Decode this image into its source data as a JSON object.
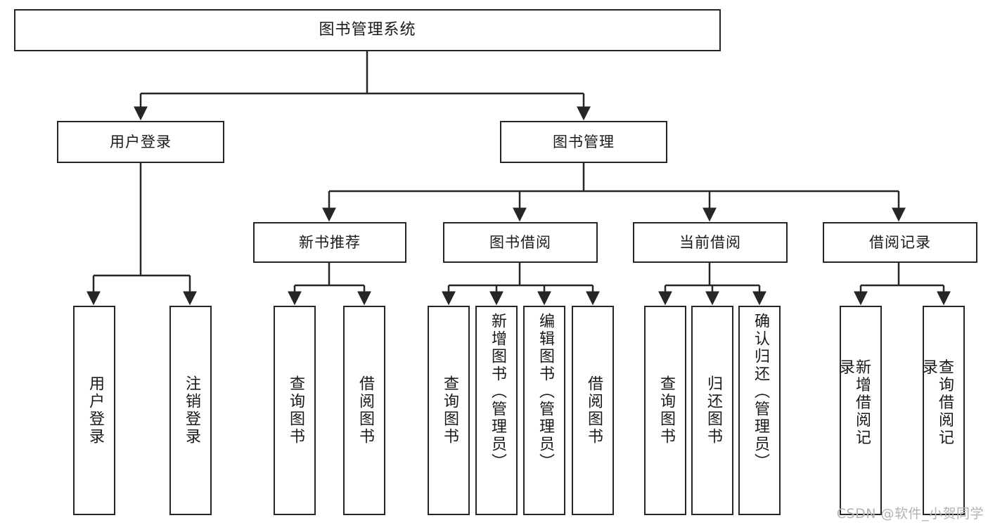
{
  "diagram": {
    "title": "图书管理系统",
    "type": "tree",
    "root": {
      "label": "图书管理系统"
    },
    "level2": [
      {
        "label": "用户登录"
      },
      {
        "label": "图书管理"
      }
    ],
    "level3": [
      {
        "label": "新书推荐"
      },
      {
        "label": "图书借阅"
      },
      {
        "label": "当前借阅"
      },
      {
        "label": "借阅记录"
      }
    ],
    "leaves": {
      "user_login": [
        {
          "label": "用户登录"
        },
        {
          "label": "注销登录"
        }
      ],
      "new_book": [
        {
          "label": "查询图书"
        },
        {
          "label": "借阅图书"
        }
      ],
      "borrow_book": [
        {
          "label": "查询图书"
        },
        {
          "label": "新增图书（管理员）"
        },
        {
          "label": "编辑图书（管理员）"
        },
        {
          "label": "借阅图书"
        }
      ],
      "current_borrow": [
        {
          "label": "查询图书"
        },
        {
          "label": "归还图书"
        },
        {
          "label": "确认归还（管理员）"
        }
      ],
      "borrow_record": [
        {
          "label": "新增借阅记录"
        },
        {
          "label": "查询借阅记录"
        }
      ]
    }
  },
  "watermark": {
    "text": "CSDN @软件_小贺同学"
  },
  "colors": {
    "stroke": "#262626",
    "fill": "#ffffff",
    "text": "#1a1a1a",
    "watermark": "#b3b3b3"
  }
}
